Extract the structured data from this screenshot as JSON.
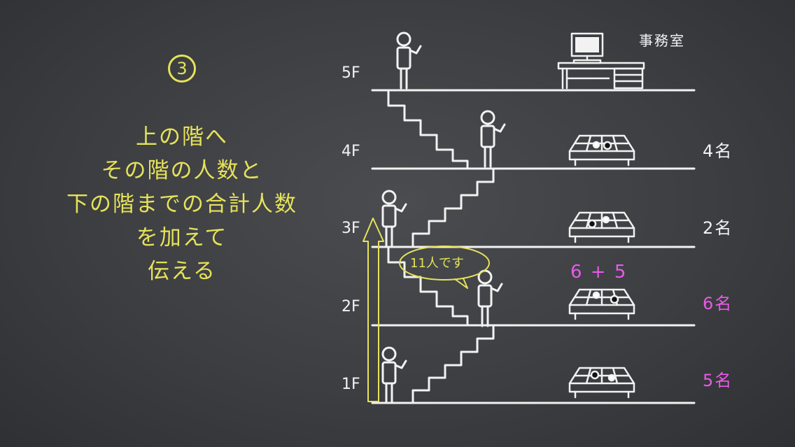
{
  "slide": {
    "step_marker": "3",
    "instruction_lines": [
      "上の階へ",
      "その階の人数と",
      "下の階までの合計人数",
      "を加えて",
      "伝える"
    ],
    "office_label": "事務室",
    "speech_bubble": "11人です",
    "sum_expression": "6 + 5",
    "floors": [
      {
        "label": "5F",
        "count": ""
      },
      {
        "label": "4F",
        "count": "4名"
      },
      {
        "label": "3F",
        "count": "2名"
      },
      {
        "label": "2F",
        "count": "6名"
      },
      {
        "label": "1F",
        "count": "5名"
      }
    ],
    "colors": {
      "board": "#3c3e41",
      "chalk_white": "#f2f2f2",
      "chalk_yellow": "#e6e25a",
      "chalk_pink": "#e85ae8"
    },
    "icons": [
      "person-icon",
      "computer-desk-icon",
      "go-board-icon",
      "stairs-icon",
      "arrow-up-icon",
      "speech-bubble-icon"
    ]
  }
}
